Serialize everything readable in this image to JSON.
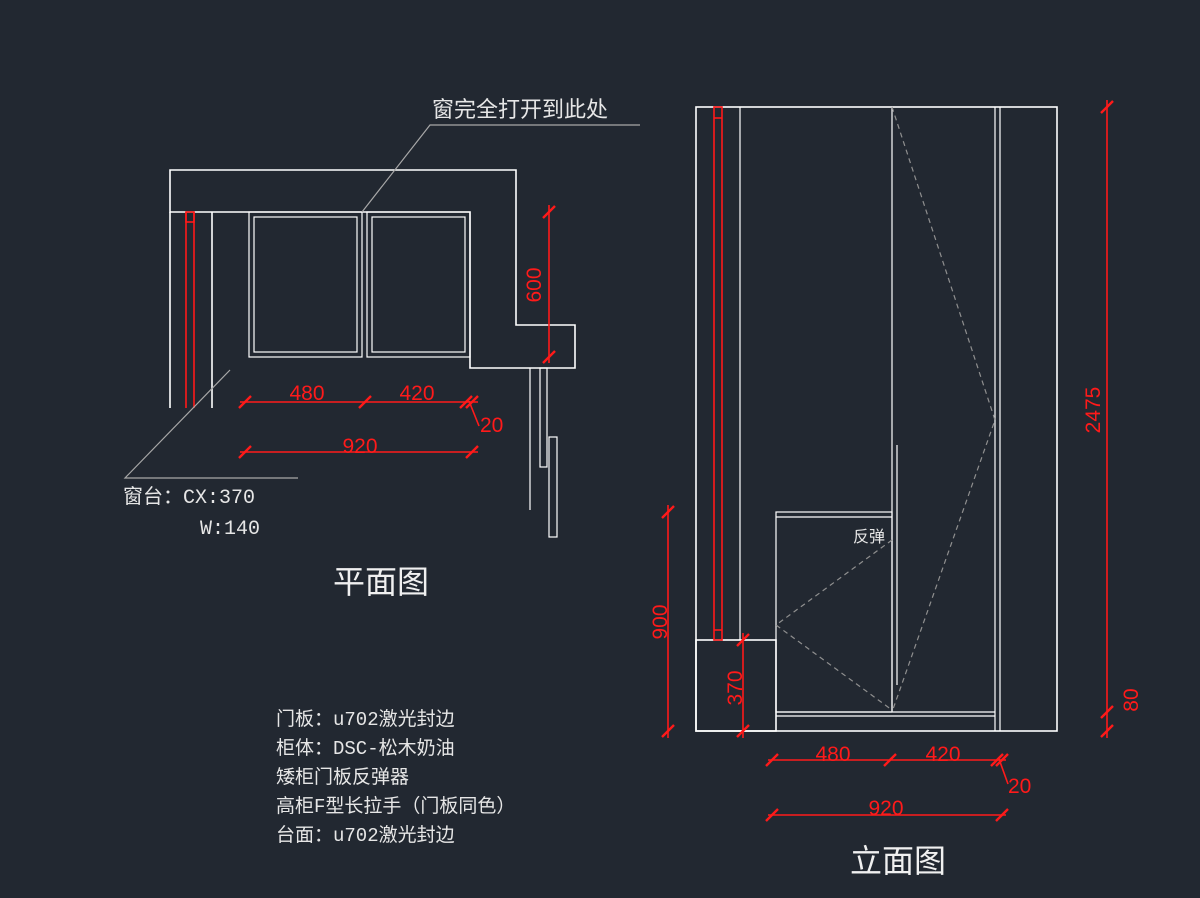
{
  "plan": {
    "leader_note": "窗完全打开到此处",
    "sill_label": "窗台：CX:370",
    "sill_width": "W:140",
    "title": "平面图",
    "dims": {
      "d480": "480",
      "d420": "420",
      "d20": "20",
      "d920": "920",
      "d600": "600"
    }
  },
  "elevation": {
    "title": "立面图",
    "rebound_label": "反弹",
    "dims": {
      "d2475": "2475",
      "d80": "80",
      "d900": "900",
      "d370": "370",
      "d480": "480",
      "d420": "420",
      "d20": "20",
      "d920": "920"
    }
  },
  "notes": [
    "门板：u702激光封边",
    "柜体：DSC-松木奶油",
    "矮柜门板反弹器",
    "高柜F型长拉手（门板同色）",
    "台面：u702激光封边"
  ],
  "colors": {
    "background": "#222831",
    "line": "#ffffff",
    "dimension": "#ff1a1a",
    "leader": "#a8a8a8"
  }
}
